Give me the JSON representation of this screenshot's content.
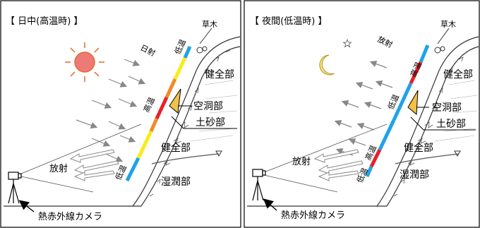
{
  "colors": {
    "high_temp": "#e8202a",
    "low_temp": "#1fa3e8",
    "mid_temp": "#f7ec1c",
    "mid_orange": "#f08a2a",
    "sun_fill": "#ee7a78",
    "moon_fill": "#f5de7a",
    "cavity_fill": "#f2c14a",
    "arrow_gray": "#888888",
    "panel_border": "#000000"
  },
  "panels": [
    {
      "title": "【 日中(高温時) 】",
      "vegetation": "草木",
      "radiation": "日射",
      "temp_high": "高温",
      "temp_low_top": "低温",
      "temp_low_bottom": "低温",
      "sound_part": "健全部",
      "cavity": "空洞部",
      "soil": "土砂部",
      "sound_part2": "健全部",
      "wet": "湿潤部",
      "emission": "放射",
      "camera": "熱赤外線カメラ"
    },
    {
      "title": "【 夜間(低温時) 】",
      "vegetation": "草木",
      "radiation": "放射",
      "temp_high_top": "高温",
      "temp_low": "低温",
      "temp_high_bottom": "高温",
      "temp_low_bottom": "低温",
      "sound_part": "健全部",
      "cavity": "空洞部",
      "soil": "土砂部",
      "sound_part2": "健全部",
      "wet": "湿潤部",
      "emission": "放射",
      "camera": "熱赤外線カメラ"
    }
  ]
}
